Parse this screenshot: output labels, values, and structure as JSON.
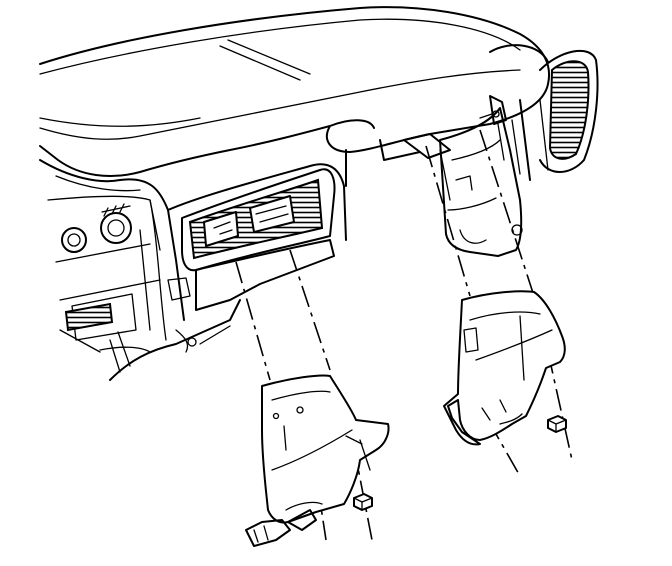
{
  "diagram": {
    "labels": [],
    "parts": [
      {
        "name": "instrument-panel"
      },
      {
        "name": "center-air-outlet"
      },
      {
        "name": "right-air-outlet"
      },
      {
        "name": "mounting-bracket"
      },
      {
        "name": "left-knee-bolster-panel"
      },
      {
        "name": "right-knee-bolster-panel"
      },
      {
        "name": "fastener-nut-left"
      },
      {
        "name": "fastener-nut-right"
      }
    ],
    "colors": {
      "ink": "#000000",
      "paper": "#ffffff"
    }
  }
}
